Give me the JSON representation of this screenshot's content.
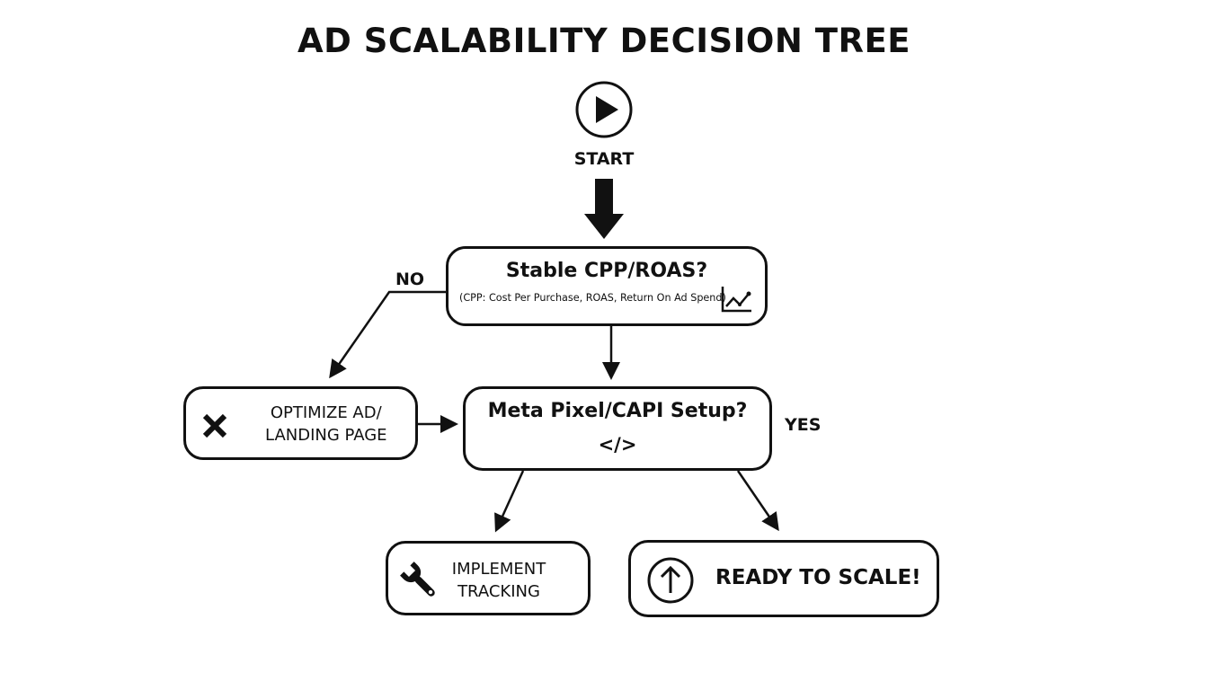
{
  "title": "AD SCALABILITY DECISION TREE",
  "start": {
    "label": "START",
    "icon": "play-icon"
  },
  "nodes": {
    "stable_cpp_roas": {
      "title": "Stable CPP/ROAS?",
      "subtitle": "(CPP: Cost Per Purchase, ROAS, Return On Ad Spend)",
      "icon": "line-chart-icon"
    },
    "pixel_capi_setup": {
      "title": "Meta Pixel/CAPI Setup?",
      "code_glyph": "</>",
      "icon": "code-icon"
    },
    "optimize": {
      "line1": "OPTIMIZE AD/",
      "line2": "LANDING PAGE",
      "icon": "x-mark-icon"
    },
    "implement": {
      "line1": "IMPLEMENT",
      "line2": "TRACKING",
      "icon": "wrench-icon"
    },
    "ready": {
      "label": "READY TO SCALE!",
      "icon": "arrow-up-circle-icon"
    }
  },
  "edge_labels": {
    "no": "NO",
    "yes": "YES"
  },
  "colors": {
    "stroke": "#111111",
    "background": "#ffffff"
  }
}
